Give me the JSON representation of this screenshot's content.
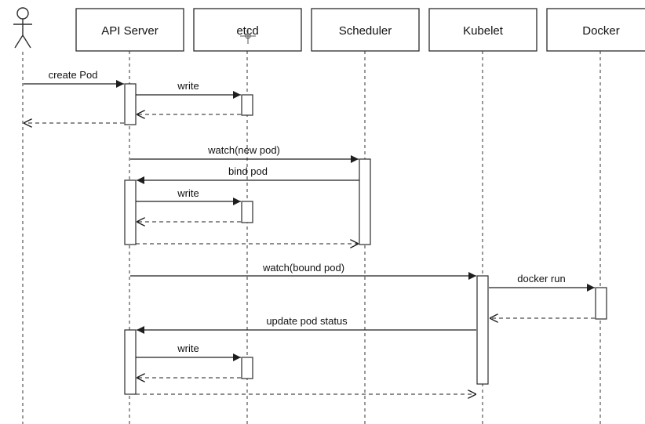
{
  "diagram": {
    "type": "sequence",
    "participants": [
      {
        "id": "user",
        "kind": "actor",
        "label": ""
      },
      {
        "id": "api",
        "kind": "box",
        "label": "API Server"
      },
      {
        "id": "etcd",
        "kind": "box",
        "label": "etcd"
      },
      {
        "id": "scheduler",
        "kind": "box",
        "label": "Scheduler"
      },
      {
        "id": "kubelet",
        "kind": "box",
        "label": "Kubelet"
      },
      {
        "id": "docker",
        "kind": "box",
        "label": "Docker"
      }
    ],
    "messages": [
      {
        "from": "user",
        "to": "api",
        "label": "create Pod",
        "style": "solid"
      },
      {
        "from": "api",
        "to": "etcd",
        "label": "write",
        "style": "solid"
      },
      {
        "from": "etcd",
        "to": "api",
        "label": "",
        "style": "dashed"
      },
      {
        "from": "api",
        "to": "user",
        "label": "",
        "style": "dashed"
      },
      {
        "from": "api",
        "to": "scheduler",
        "label": "watch(new pod)",
        "style": "solid"
      },
      {
        "from": "scheduler",
        "to": "api",
        "label": "bind pod",
        "style": "solid"
      },
      {
        "from": "api",
        "to": "etcd",
        "label": "write",
        "style": "solid"
      },
      {
        "from": "etcd",
        "to": "api",
        "label": "",
        "style": "dashed"
      },
      {
        "from": "api",
        "to": "scheduler",
        "label": "",
        "style": "dashed"
      },
      {
        "from": "api",
        "to": "kubelet",
        "label": "watch(bound pod)",
        "style": "solid"
      },
      {
        "from": "kubelet",
        "to": "docker",
        "label": "docker run",
        "style": "solid"
      },
      {
        "from": "docker",
        "to": "kubelet",
        "label": "",
        "style": "dashed"
      },
      {
        "from": "kubelet",
        "to": "api",
        "label": "update pod status",
        "style": "solid"
      },
      {
        "from": "api",
        "to": "etcd",
        "label": "write",
        "style": "solid"
      },
      {
        "from": "etcd",
        "to": "api",
        "label": "",
        "style": "dashed"
      },
      {
        "from": "api",
        "to": "kubelet",
        "label": "",
        "style": "dashed"
      }
    ]
  }
}
